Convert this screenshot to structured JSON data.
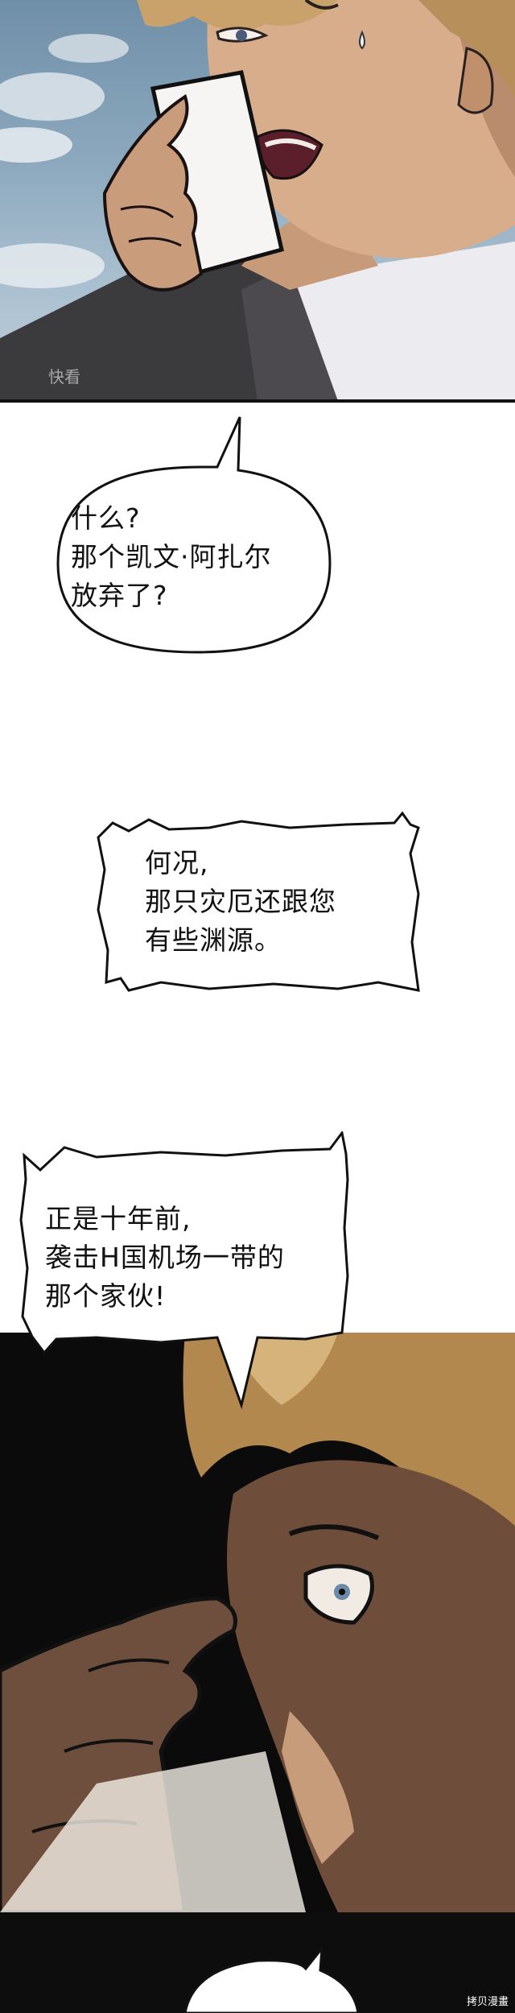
{
  "bubble_1": {
    "lines": [
      "什么?",
      "那个凯文·阿扎尔",
      "放弃了?"
    ]
  },
  "bubble_2": {
    "lines": [
      "何况,",
      "那只灾厄还跟您",
      "有些渊源。"
    ]
  },
  "bubble_3": {
    "lines": [
      "正是十年前,",
      "袭击H国机场一带的",
      "那个家伙!"
    ]
  },
  "watermark_top": "快看",
  "corner_mark": "拷贝漫畫"
}
